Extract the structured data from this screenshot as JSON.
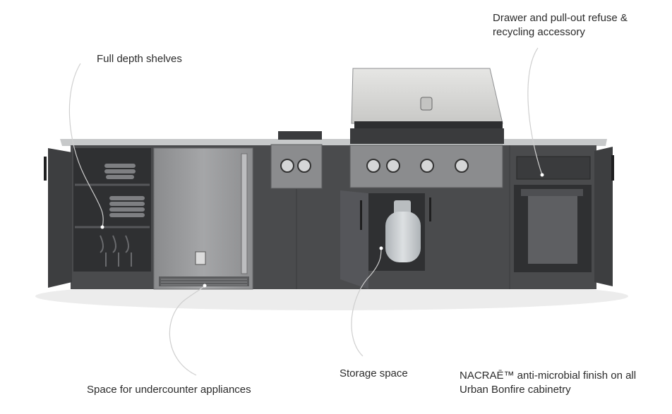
{
  "annotations": {
    "full_depth_shelves": "Full depth shelves",
    "drawer_refuse_line1": "Drawer and pull-out refuse &",
    "drawer_refuse_line2": "recycling accessory",
    "storage_space": "Storage space",
    "undercounter": "Space for undercounter appliances",
    "finish_line1": "NACRAĒ™ anti-microbial finish on all",
    "finish_line2": "Urban Bonfire cabinetry"
  },
  "colors": {
    "cabinet": "#4a4b4d",
    "cabinet_dark": "#3a3b3d",
    "interior": "#2f3032",
    "steel": "#9a9b9d",
    "hood": "#d9d9d7",
    "counter": "#c7c9ca",
    "tank": "#c9cdd0"
  }
}
